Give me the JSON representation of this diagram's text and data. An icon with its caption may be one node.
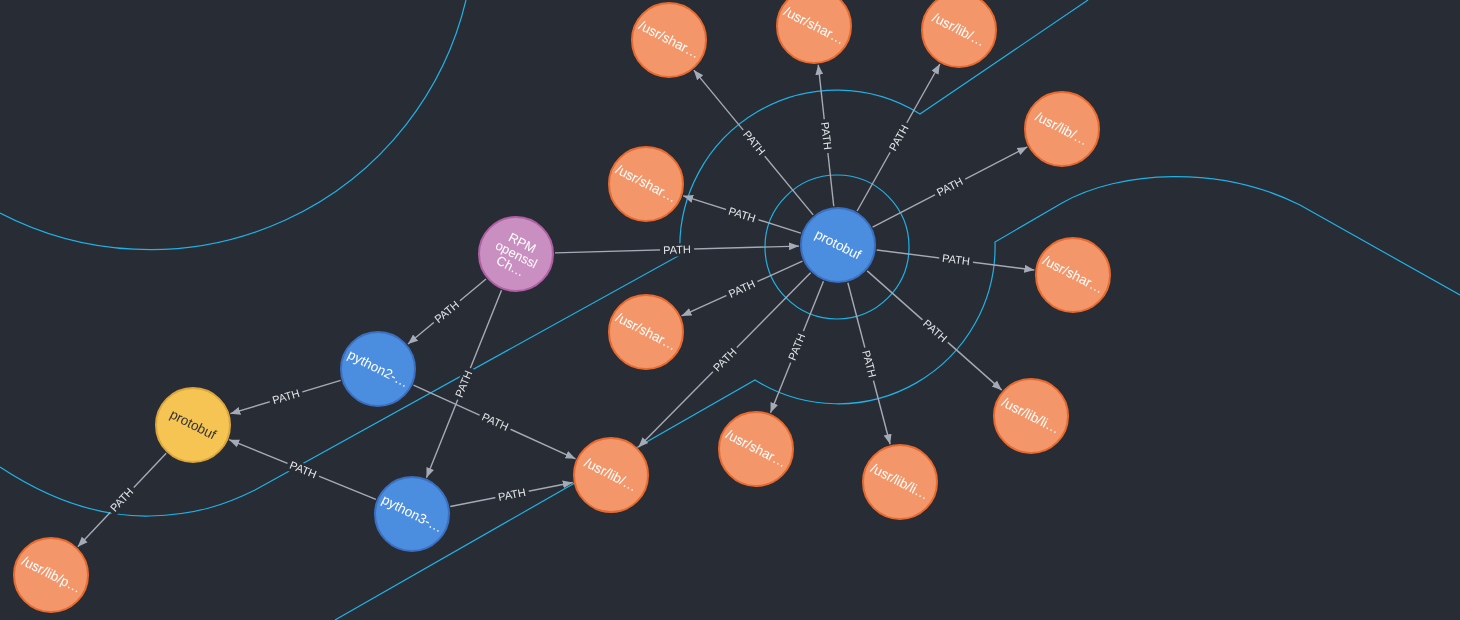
{
  "diagram": {
    "nodes": [
      {
        "text": [
          "/usr/shar…"
        ]
      },
      {
        "text": [
          "/usr/lib/…"
        ]
      },
      {
        "text": [
          "/usr/shar…"
        ]
      },
      {
        "text": [
          "/usr/lib/…"
        ]
      },
      {
        "text": [
          "/usr/shar…"
        ]
      },
      {
        "text": [
          "protobuf"
        ]
      },
      {
        "text": [
          "RPM openssl Ch…"
        ]
      },
      {
        "text": [
          "/usr/shar…"
        ]
      },
      {
        "text": [
          "/usr/shar…"
        ]
      },
      {
        "text": [
          "python2-…"
        ]
      },
      {
        "text": [
          "/usr/lib/li…"
        ]
      },
      {
        "text": [
          "protobuf"
        ]
      },
      {
        "text": [
          "/usr/shar…"
        ]
      },
      {
        "text": [
          "/usr/lib/…"
        ]
      },
      {
        "text": [
          "/usr/lib/li…"
        ]
      },
      {
        "text": [
          "python3-…"
        ]
      },
      {
        "text": [
          "/usr/lib/p…"
        ]
      }
    ],
    "edges": [
      {
        "from": 5,
        "to": 0,
        "arrow": "to",
        "label": "PATH"
      },
      {
        "from": 5,
        "to": 1,
        "arrow": "to",
        "label": "PATH"
      },
      {
        "from": 5,
        "to": 2,
        "arrow": "to",
        "label": "PATH"
      },
      {
        "from": 5,
        "to": 3,
        "arrow": "to",
        "label": "PATH"
      },
      {
        "from": 5,
        "to": 4,
        "arrow": "to",
        "label": "PATH"
      },
      {
        "from": 6,
        "to": 5,
        "arrow": "to",
        "label": "PATH"
      },
      {
        "from": 5,
        "to": 7,
        "arrow": "to",
        "label": "PATH"
      },
      {
        "from": 5,
        "to": 8,
        "arrow": "to",
        "label": "PATH"
      },
      {
        "from": 6,
        "to": 9,
        "arrow": "to",
        "label": "PATH"
      },
      {
        "from": 5,
        "to": 10,
        "arrow": "to",
        "label": "PATH"
      },
      {
        "from": 9,
        "to": 11,
        "arrow": "to",
        "label": "PATH"
      },
      {
        "from": 5,
        "to": 12,
        "arrow": "to",
        "label": "PATH"
      },
      {
        "from": 5,
        "to": 13,
        "arrow": "to",
        "label": "PATH"
      },
      {
        "from": 5,
        "to": 14,
        "arrow": "to",
        "label": "PATH"
      },
      {
        "from": 9,
        "to": 13,
        "arrow": "to",
        "label": "PATH"
      },
      {
        "from": 6,
        "to": 15,
        "arrow": "to",
        "label": "PATH"
      },
      {
        "from": 15,
        "to": 11,
        "arrow": "to",
        "label": "PATH"
      },
      {
        "from": 15,
        "to": 13,
        "arrow": "to",
        "label": "PATH"
      },
      {
        "from": 11,
        "to": 16,
        "arrow": "to",
        "label": "PATH"
      }
    ]
  }
}
